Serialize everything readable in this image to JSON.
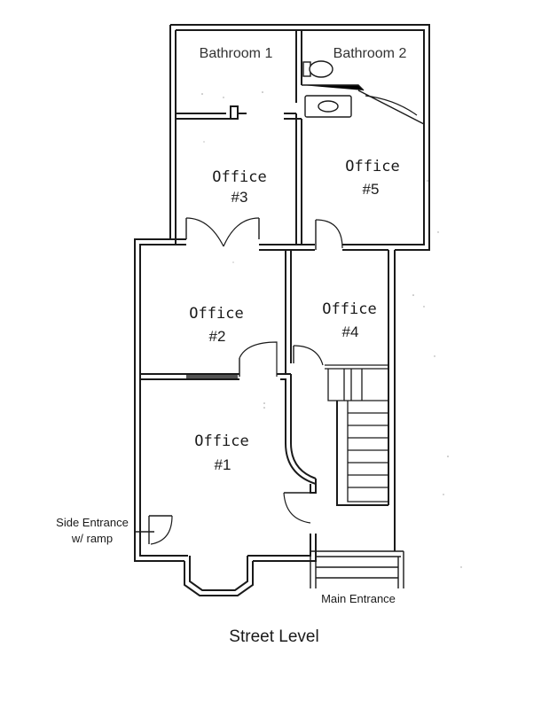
{
  "floor_plan": {
    "title": "Street Level",
    "rooms": {
      "bathroom_1": {
        "name": "Bathroom 1"
      },
      "bathroom_2": {
        "name": "Bathroom 2"
      },
      "office_3": {
        "name": "Office",
        "number": "#3"
      },
      "office_5": {
        "name": "Office",
        "number": "#5"
      },
      "office_2": {
        "name": "Office",
        "number": "#2"
      },
      "office_4": {
        "name": "Office",
        "number": "#4"
      },
      "office_1": {
        "name": "Office",
        "number": "#1"
      }
    },
    "entrances": {
      "side_line1": "Side Entrance",
      "side_line2": "w/ ramp",
      "main": "Main Entrance"
    }
  }
}
